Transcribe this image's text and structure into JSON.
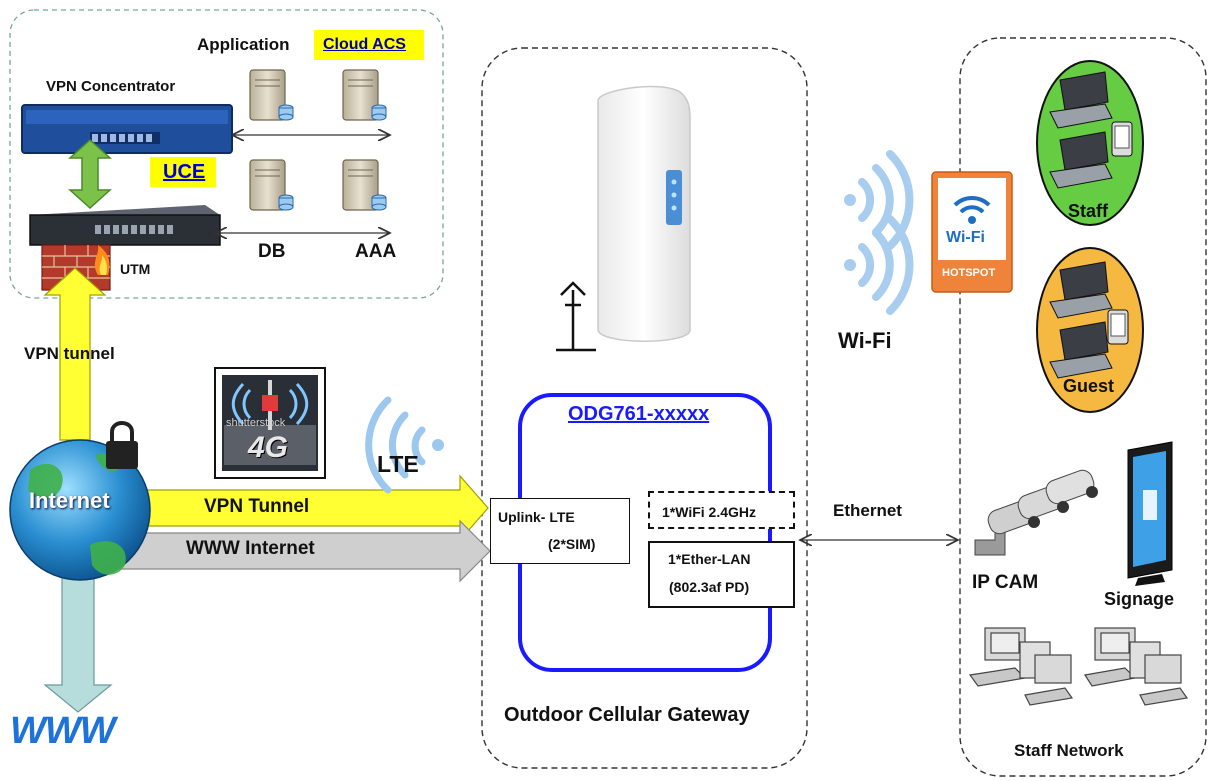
{
  "hq": {
    "application": "Application",
    "cloud_acs": "Cloud ACS",
    "vpn_concentrator": "VPN Concentrator",
    "uce": "UCE",
    "utm": "UTM",
    "db": "DB",
    "aaa": "AAA"
  },
  "left": {
    "vpn_tunnel_vertical": "VPN tunnel",
    "internet": "Internet",
    "lte": "LTE",
    "vpn_tunnel_arrow": "VPN Tunnel",
    "www_internet_arrow": "WWW Internet",
    "www_logo": "WWW",
    "shutterstock_text": "shutterstock",
    "fourg_badge": "4G"
  },
  "gateway": {
    "model": "ODG761-xxxxx",
    "uplink_line1": "Uplink- LTE",
    "uplink_line2": "(2*SIM)",
    "wifi_port": "1*WiFi 2.4GHz",
    "ether_line1": "1*Ether-LAN",
    "ether_line2": "(802.3af PD)",
    "caption": "Outdoor Cellular Gateway"
  },
  "right": {
    "wifi": "Wi-Fi",
    "ethernet": "Ethernet",
    "hotspot_wifi": "Wi-Fi",
    "hotspot_text": "HOTSPOT",
    "staff": "Staff",
    "guest": "Guest",
    "ip_cam": "IP CAM",
    "signage": "Signage",
    "staff_network": "Staff Network"
  },
  "colors": {
    "tunnel_yellow": "#ffff33",
    "www_gray": "#cfcfcf",
    "gateway_blue": "#1a1aff",
    "staff_green": "#66cc44",
    "guest_orange": "#f5b942",
    "highlight_yellow": "#ffff00",
    "uce_blue": "#0000cc"
  }
}
